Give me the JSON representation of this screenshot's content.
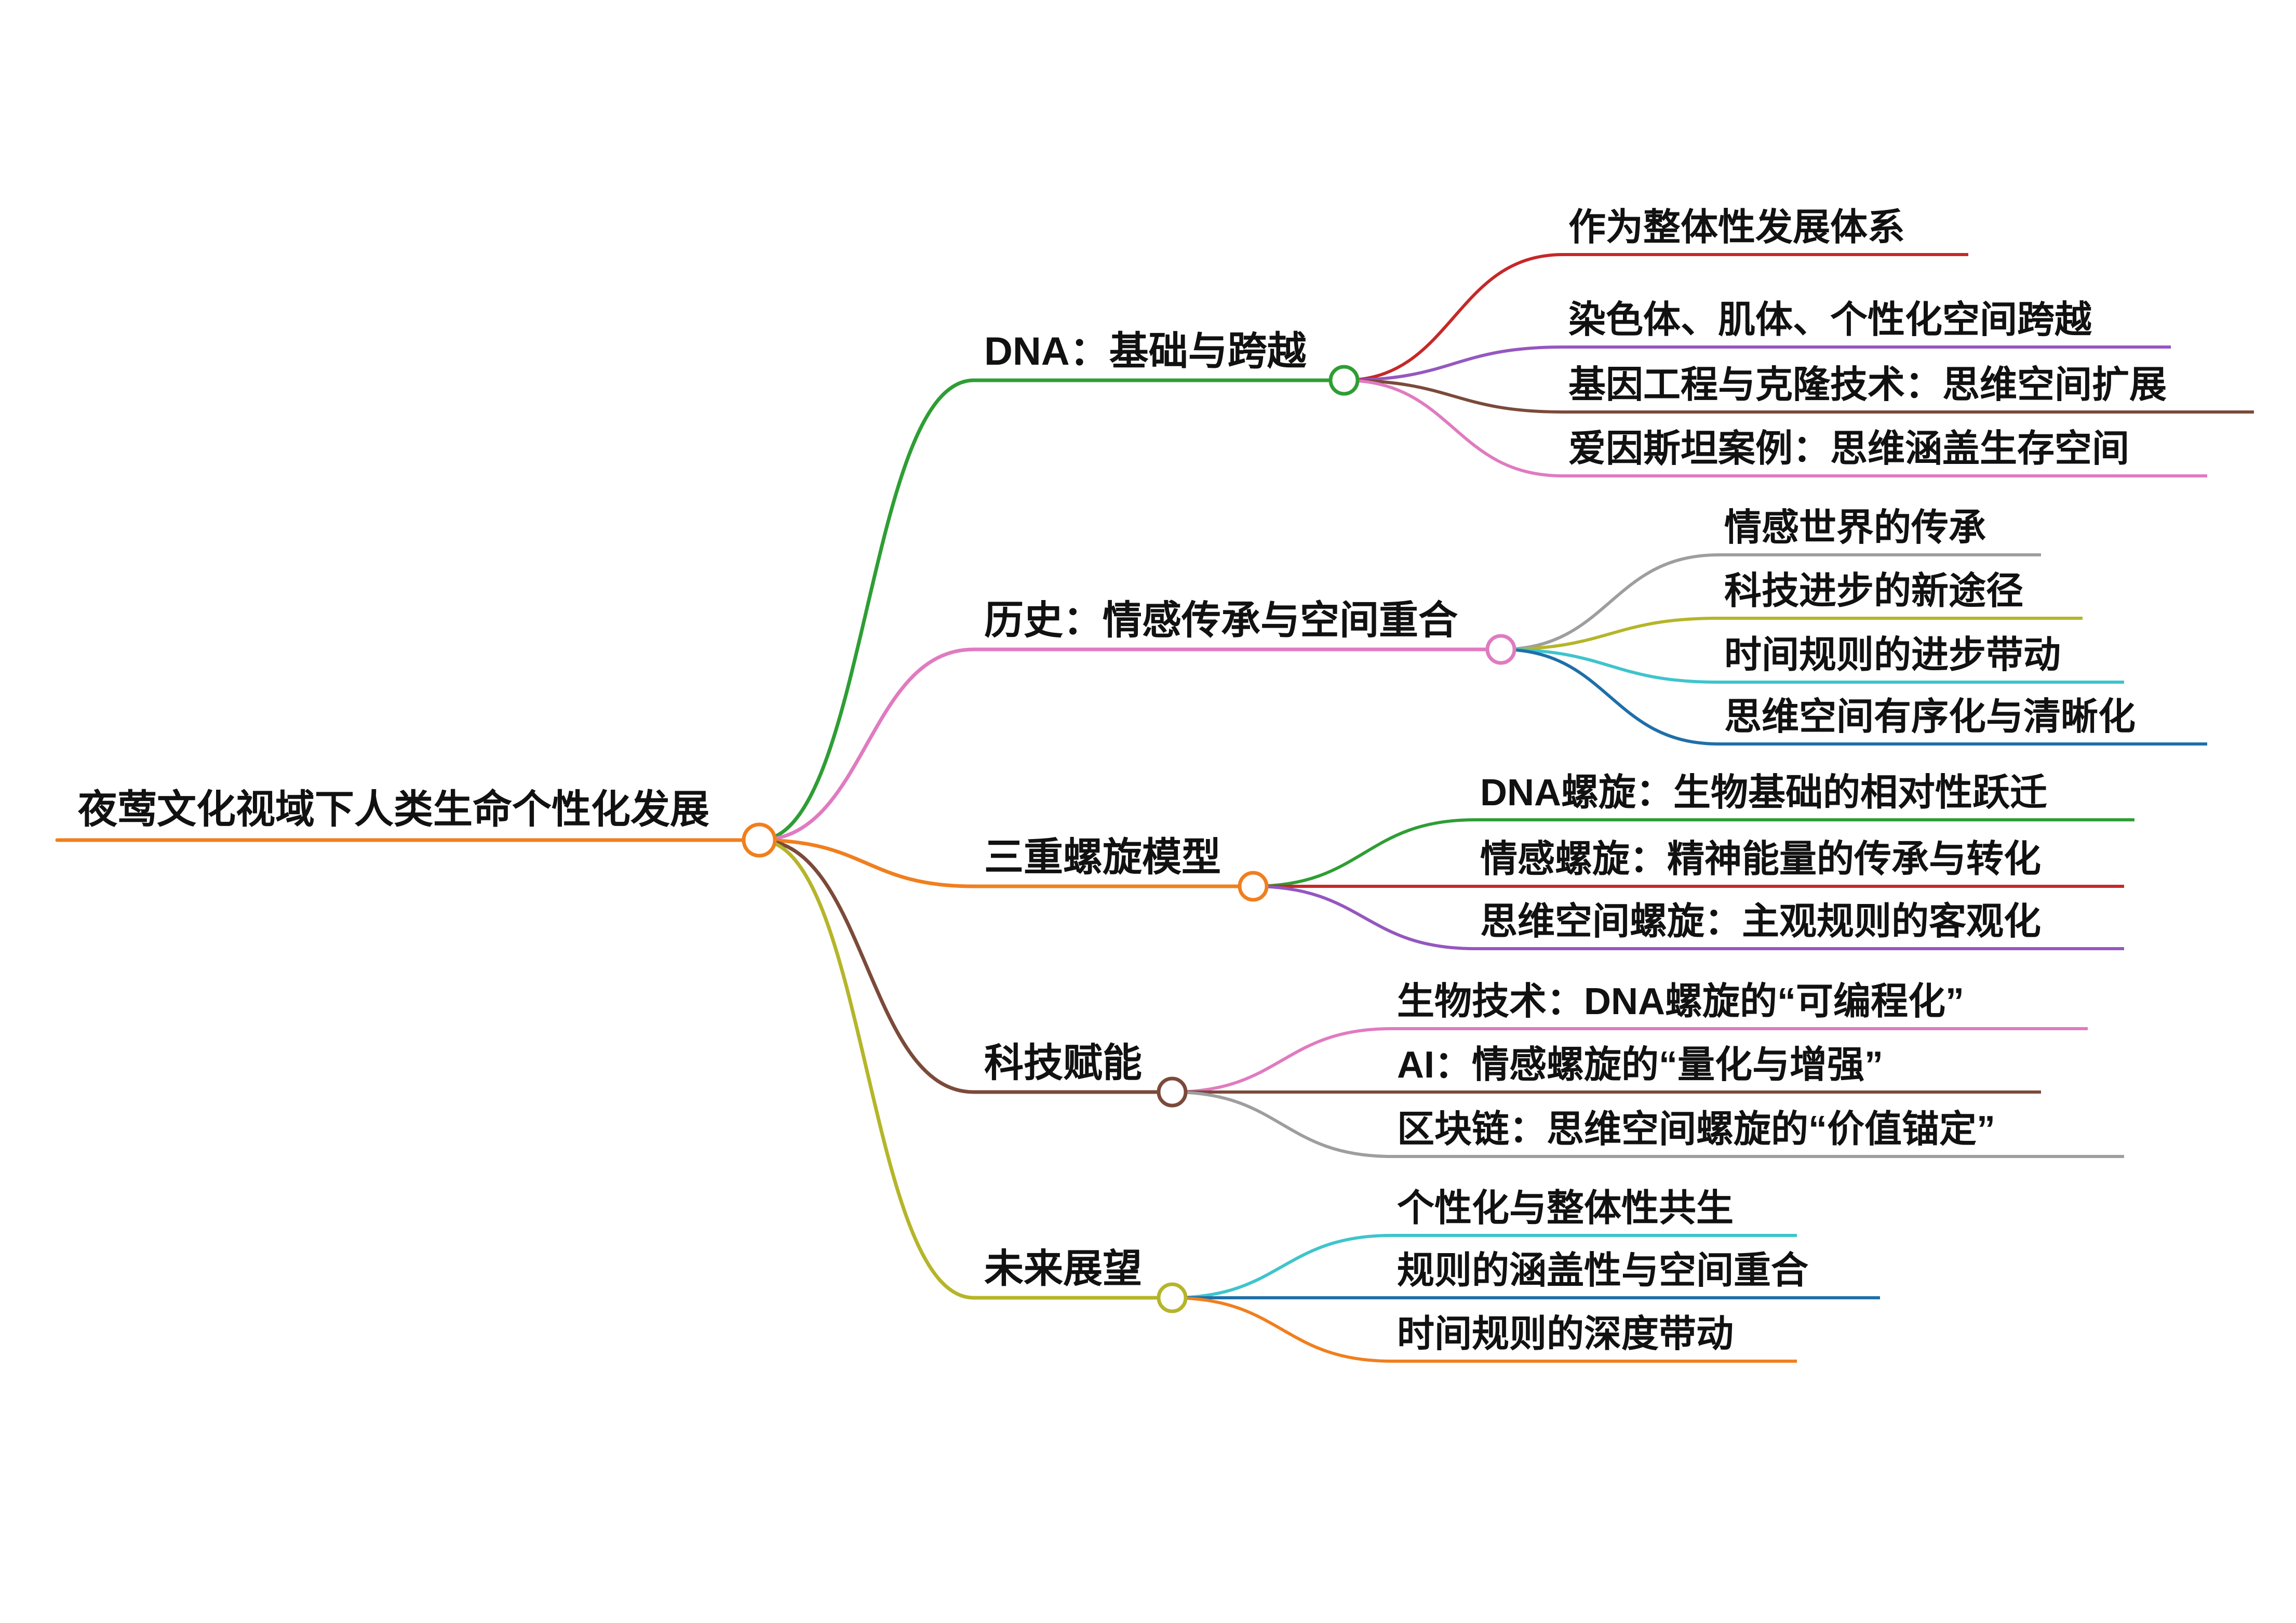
{
  "root": {
    "text": "夜莺文化视域下人类生命个性化发展",
    "color": "#f07f1e"
  },
  "branches": [
    {
      "text": "DNA：基础与跨越",
      "color": "#2e9e34",
      "children": [
        {
          "text": "作为整体性发展体系",
          "color": "#c62828"
        },
        {
          "text": "染色体、肌体、个性化空间跨越",
          "color": "#9557c0"
        },
        {
          "text": "基因工程与克隆技术：思维空间扩展",
          "color": "#7b4a3a"
        },
        {
          "text": "爱因斯坦案例：思维涵盖生存空间",
          "color": "#e07bc0"
        }
      ]
    },
    {
      "text": "历史：情感传承与空间重合",
      "color": "#e07bc0",
      "children": [
        {
          "text": "情感世界的传承",
          "color": "#9e9e9e"
        },
        {
          "text": "科技进步的新途径",
          "color": "#b5b52a"
        },
        {
          "text": "时间规则的进步带动",
          "color": "#3fc4cc"
        },
        {
          "text": "思维空间有序化与清晰化",
          "color": "#1f6fa8"
        }
      ]
    },
    {
      "text": "三重螺旋模型",
      "color": "#f07f1e",
      "children": [
        {
          "text": "DNA螺旋：生物基础的相对性跃迁",
          "color": "#2e9e34"
        },
        {
          "text": "情感螺旋：精神能量的传承与转化",
          "color": "#c62828"
        },
        {
          "text": "思维空间螺旋：主观规则的客观化",
          "color": "#9557c0"
        }
      ]
    },
    {
      "text": "科技赋能",
      "color": "#7b4a3a",
      "children": [
        {
          "text": "生物技术：DNA螺旋的“可编程化”",
          "color": "#e07bc0"
        },
        {
          "text": "AI：情感螺旋的“量化与增强”",
          "color": "#7b4a3a"
        },
        {
          "text": "区块链：思维空间螺旋的“价值锚定”",
          "color": "#9e9e9e"
        }
      ]
    },
    {
      "text": "未来展望",
      "color": "#b5b52a",
      "children": [
        {
          "text": "个性化与整体性共生",
          "color": "#3fc4cc"
        },
        {
          "text": "规则的涵盖性与空间重合",
          "color": "#1f6fa8"
        },
        {
          "text": "时间规则的深度带动",
          "color": "#f07f1e"
        }
      ]
    }
  ]
}
